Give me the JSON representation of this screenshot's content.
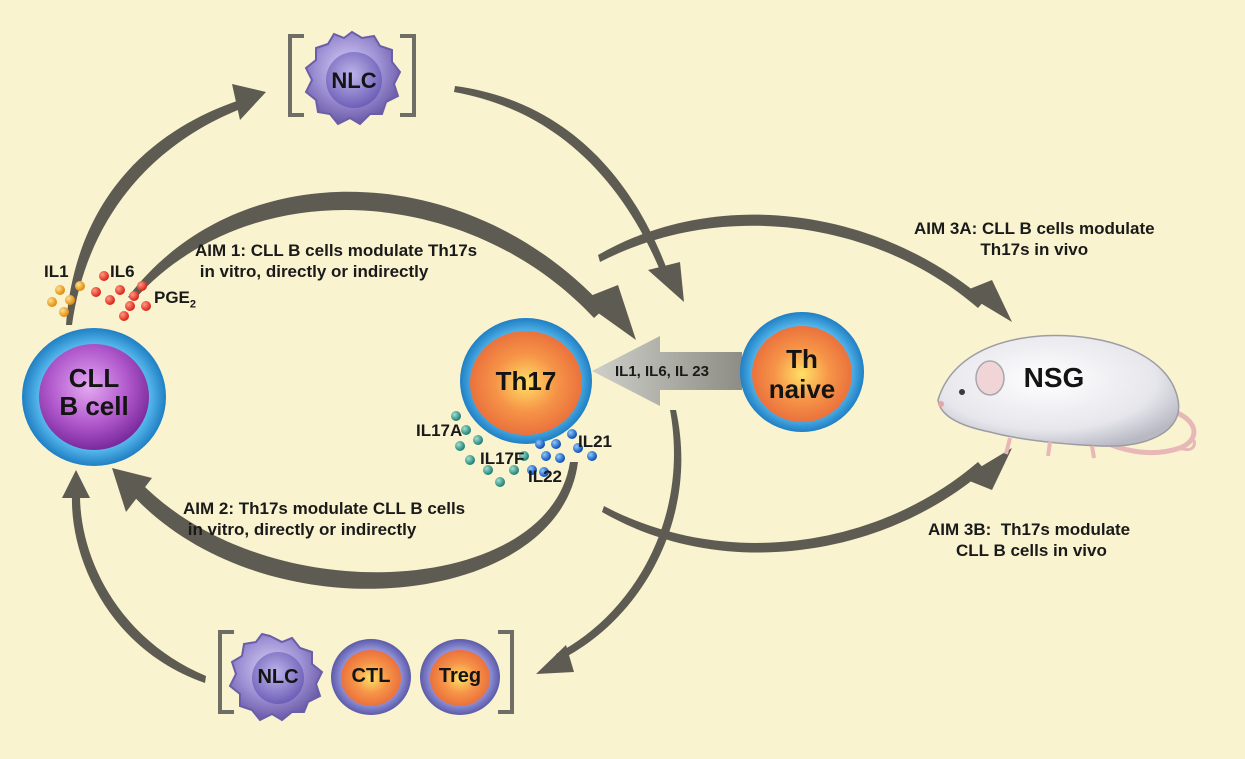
{
  "colors": {
    "background": "#f9f3cf",
    "arrow": "#5c5a50",
    "cll_nucleus": "#9a3fb8",
    "membrane": "#3aa3e0",
    "nlc": "#8f7ec8",
    "th17_core": "#f07a3a"
  },
  "cells": {
    "nlc_top": "NLC",
    "cll": "CLL\nB cell",
    "th17": "Th17",
    "th_naive": "Th\nnaive",
    "nsg": "NSG",
    "nlc_bottom": "NLC",
    "ctl": "CTL",
    "treg": "Treg"
  },
  "aims": {
    "aim1": "AIM 1: CLL B cells modulate Th17s\n in vitro, directly or indirectly",
    "aim2": "AIM 2: Th17s modulate CLL B cells\n in vitro, directly or indirectly",
    "aim3a": "AIM 3A: CLL B cells modulate\nTh17s in vivo",
    "aim3b": "AIM 3B:  Th17s modulate\n CLL B cells in vivo"
  },
  "cytokines": {
    "il1": "IL1",
    "il6": "IL6",
    "pge": "PGE",
    "pge_sub": "2",
    "polarizing": "IL1, IL6, IL 23",
    "il17a": "IL17A",
    "il17f": "IL17F",
    "il21": "IL21",
    "il22": "IL22"
  },
  "icons": [
    "nlc-cell-icon",
    "cll-b-cell-icon",
    "th17-cell-icon",
    "th-naive-cell-icon",
    "nsg-mouse-icon",
    "ctl-cell-icon",
    "treg-cell-icon"
  ]
}
